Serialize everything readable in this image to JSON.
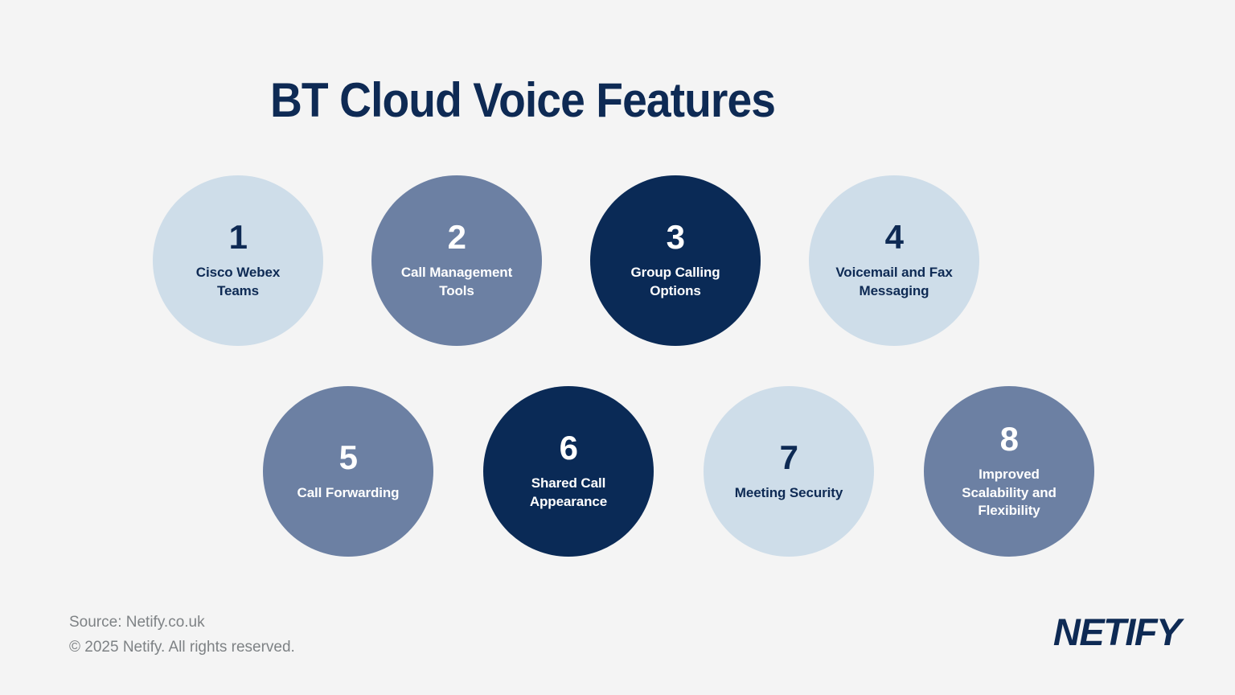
{
  "title": "BT Cloud Voice Features",
  "colors": {
    "background": "#f4f4f4",
    "navy": "#0a2a56",
    "slate": "#6c80a3",
    "light_blue": "#cedde9",
    "title_navy": "#0e2a54",
    "footer_gray": "#7e8285",
    "white": "#ffffff"
  },
  "features": [
    {
      "number": "1",
      "label": "Cisco Webex\nTeams",
      "style": "light"
    },
    {
      "number": "2",
      "label": "Call Management\nTools",
      "style": "slate"
    },
    {
      "number": "3",
      "label": "Group Calling\nOptions",
      "style": "navy"
    },
    {
      "number": "4",
      "label": "Voicemail and Fax\nMessaging",
      "style": "light"
    },
    {
      "number": "5",
      "label": "Call Forwarding",
      "style": "slate"
    },
    {
      "number": "6",
      "label": "Shared Call\nAppearance",
      "style": "navy"
    },
    {
      "number": "7",
      "label": "Meeting Security",
      "style": "light"
    },
    {
      "number": "8",
      "label": "Improved\nScalability and\nFlexibility",
      "style": "slate"
    }
  ],
  "footer": {
    "source": "Source: Netify.co.uk",
    "copyright": "© 2025 Netify. All rights reserved."
  },
  "logo": {
    "text": "NETIFY"
  }
}
